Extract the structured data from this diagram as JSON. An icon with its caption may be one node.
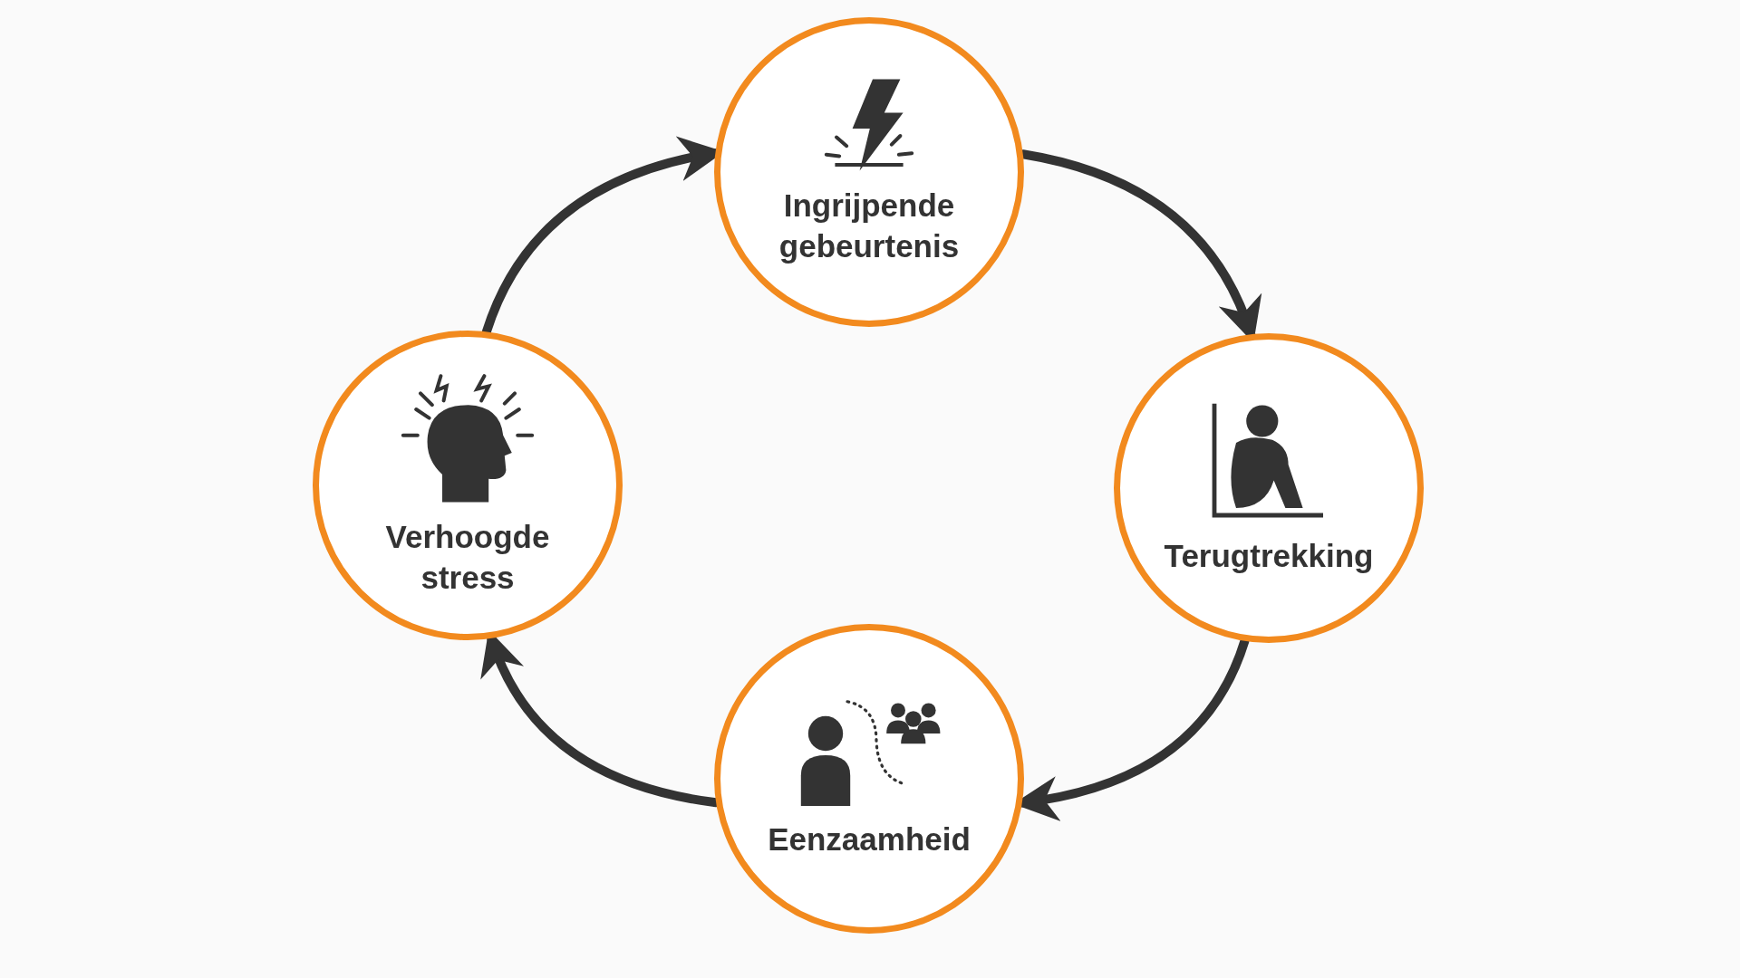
{
  "diagram": {
    "nodes": [
      {
        "text": [
          "Ingrijpende gebeurtenis"
        ]
      },
      {
        "text": [
          "Terugtrekking"
        ]
      },
      {
        "text": [
          "Eenzaamheid"
        ]
      },
      {
        "text": [
          "Verhoogde stress"
        ]
      }
    ],
    "edges": [
      {
        "from": 0,
        "to": 1,
        "arrow": "to"
      },
      {
        "from": 1,
        "to": 2,
        "arrow": "to"
      },
      {
        "from": 2,
        "to": 3,
        "arrow": "to"
      },
      {
        "from": 3,
        "to": 0,
        "arrow": "to"
      }
    ]
  }
}
